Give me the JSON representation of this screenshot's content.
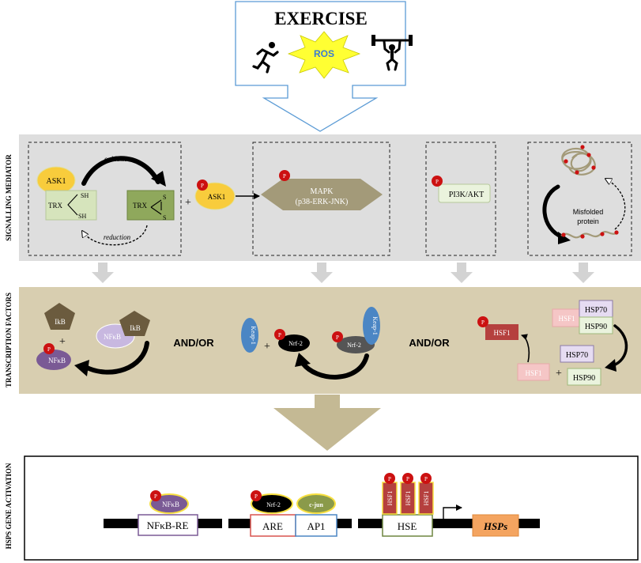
{
  "header": {
    "title": "EXERCISE",
    "ros_label": "ROS"
  },
  "rows": {
    "signalling": {
      "label": "SIGNALLING MEDIATOR"
    },
    "transcription": {
      "label": "TRANSCRIPTION FACTORS"
    },
    "activation": {
      "label": "HSPS GENE ACTIVATION"
    }
  },
  "signalling": {
    "trx_box": {
      "ask1": "ASK1",
      "trx_reduced": "TRX",
      "sh_top": "SH",
      "sh_bottom": "SH",
      "trx_oxidized": "TRX",
      "s_top": "S",
      "s_bottom": "S",
      "oxidation": "oxidation",
      "reduction": "reduction"
    },
    "plus": "+",
    "p_ask1": "ASK1",
    "phospho": "P",
    "mapk_line1": "MAPK",
    "mapk_line2": "(p38-ERK-JNK)",
    "pi3k": "PI3K/AKT",
    "misfolded_line1": "Misfolded",
    "misfolded_line2": "protein"
  },
  "transcription": {
    "ikb_free": "IkB",
    "ikb_bound": "IkB",
    "nfkb_bound": "NFκB",
    "nfkb_p": "NFκB",
    "plus1": "+",
    "and_or_1": "AND/OR",
    "keap_free": "Keap-1",
    "nrf2_p": "Nrf-2",
    "nrf2_bound": "Nrf-2",
    "keap_bound": "Keap-1",
    "plus2": "+",
    "and_or_2": "AND/OR",
    "hsf1_p": "HSF1",
    "hsf1_complex": "HSF1",
    "hsp70_top": "HSP70",
    "hsp90_top": "HSP90",
    "hsf1_free": "HSF1",
    "plus3": "+",
    "hsp70_bottom": "HSP70",
    "hsp90_bottom": "HSP90"
  },
  "activation": {
    "nfkb_p": "NFκB",
    "nfkb_re": "NFκB-RE",
    "nrf2": "Nrf-2",
    "cjun": "c-jun",
    "are": "ARE",
    "ap1": "AP1",
    "hsf1_trimer": [
      "HSF1",
      "HSF1",
      "HSF1"
    ],
    "hse": "HSE",
    "hsps": "HSPs"
  },
  "colors": {
    "signalling_band": "#dedede",
    "transcription_band": "#d8ceb0",
    "hexagon": "#a39a79",
    "ask1_fill": "#f8cc3c",
    "trx_reduced_fill": "#d6e4bc",
    "trx_oxidized_fill": "#8fa85c",
    "phospho_red": "#cc1111",
    "nfkb_purple": "#7a5a95",
    "keap_blue": "#4b86c4",
    "hsf1_red": "#b5403e",
    "hsp_purple_fill": "#e6dcf2",
    "hsp_green_fill": "#eaf3dd",
    "hsps_orange": "#f4a460"
  },
  "icons": [
    "runner-icon",
    "weightlifter-icon",
    "ros-burst-icon",
    "big-down-arrow-icon"
  ]
}
